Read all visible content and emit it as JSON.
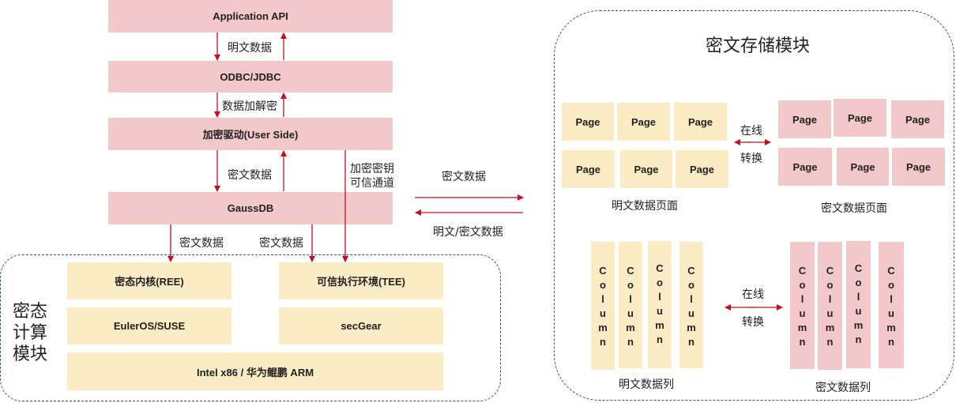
{
  "stack": {
    "app_api": "Application API",
    "odbc": "ODBC/JDBC",
    "driver": "加密驱动(User Side)",
    "gaussdb": "GaussDB",
    "label_plain": "明文数据",
    "label_encdec": "数据加解密",
    "label_cipher1": "密文数据",
    "label_key_line1": "加密密钥",
    "label_key_line2": "可信通道",
    "label_cipher_left": "密文数据",
    "label_cipher_mid": "密文数据"
  },
  "compute": {
    "title": "密态计算模块",
    "title_lines": [
      "密态",
      "计算",
      "模块"
    ],
    "ree": "密态内核(REE)",
    "tee": "可信执行环境(TEE)",
    "os": "EulerOS/SUSE",
    "secgear": "secGear",
    "hw": "Intel x86 / 华为鲲鹏 ARM"
  },
  "storage": {
    "title": "密文存储模块",
    "to_storage_label": "密文数据",
    "from_storage_label": "明文/密文数据",
    "page_label": "Page",
    "online_1": "在线",
    "convert_1": "转换",
    "online_2": "在线",
    "convert_2": "转换",
    "plain_pages_caption": "明文数据页面",
    "cipher_pages_caption": "密文数据页面",
    "plain_cols_caption": "明文数据列",
    "cipher_cols_caption": "密文数据列",
    "column_letters": [
      "C",
      "o",
      "l",
      "u",
      "m",
      "n"
    ]
  },
  "colors": {
    "pink": "#f2c8cb",
    "yellow": "#fcecc6",
    "arrow": "#c0121c",
    "border": "#2f4f8f"
  }
}
